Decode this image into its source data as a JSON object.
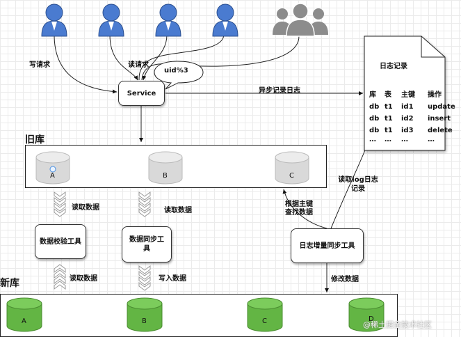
{
  "users": {
    "write_label": "写请求",
    "read_label": "读请求"
  },
  "service": {
    "label": "Service",
    "bubble": "uid%3",
    "async_label": "异步记录日志"
  },
  "log_doc": {
    "title": "日志记录",
    "headers": [
      "库",
      "表",
      "主键",
      "操作"
    ],
    "rows": [
      [
        "db",
        "t1",
        "id1",
        "update"
      ],
      [
        "db",
        "t1",
        "id2",
        "insert"
      ],
      [
        "db",
        "t1",
        "id3",
        "delete"
      ],
      [
        "…",
        "…",
        "…",
        "…"
      ]
    ]
  },
  "old_db": {
    "title": "旧库",
    "nodes": [
      "A",
      "B",
      "C"
    ]
  },
  "new_db": {
    "title": "新库",
    "nodes": [
      "A",
      "B",
      "C",
      "D"
    ]
  },
  "tools": {
    "check": "数据校验工具",
    "sync": "数据同步工具",
    "incremental": "日志增量同步工具"
  },
  "edge_labels": {
    "read_data_1": "读取数据",
    "read_data_2": "读取数据",
    "read_data_3": "读取数据",
    "write_data": "写入数据",
    "lookup_by_pk": "根据主键查找数据",
    "read_log": "读取log日志记录",
    "modify_data": "修改数据"
  },
  "watermark": "@稀土掘金技术社区",
  "colors": {
    "user_blue": "#4a7bd0",
    "user_gray": "#8c8c8c",
    "db_gray": "#d9d9d9",
    "db_green": "#63b544"
  }
}
